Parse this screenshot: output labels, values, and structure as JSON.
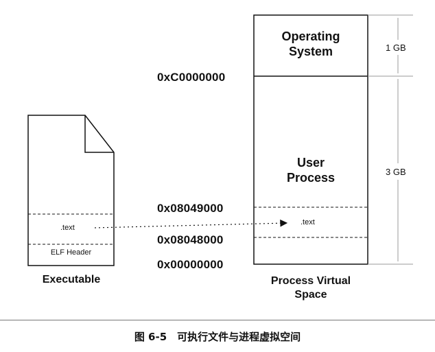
{
  "process_space": {
    "os_label": "Operating\nSystem",
    "user_label": "User\nProcess",
    "text_label": ".text",
    "title": "Process Virtual\nSpace"
  },
  "addresses": {
    "kernel_base": "0xC0000000",
    "text_end": "0x08049000",
    "text_start": "0x08048000",
    "zero": "0x00000000"
  },
  "sizes": {
    "upper": "1 GB",
    "lower": "3 GB"
  },
  "executable": {
    "text_label": ".text",
    "header_label": "ELF Header",
    "title": "Executable"
  },
  "caption": "图 6-5　可执行文件与进程虚拟空间"
}
